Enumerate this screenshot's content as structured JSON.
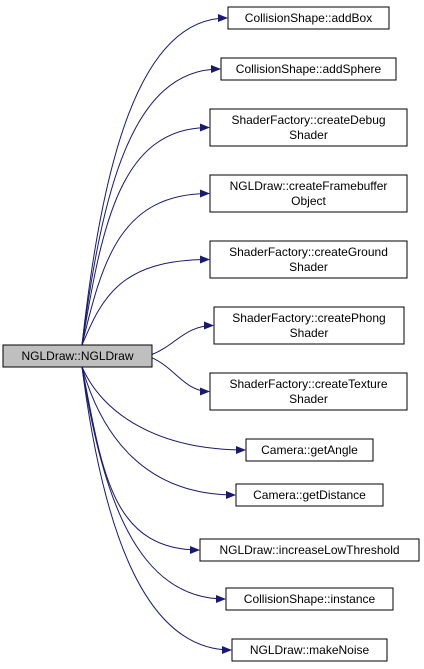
{
  "root": {
    "label": "NGLDraw::NGLDraw",
    "fill": "#bfbfbf"
  },
  "callees": [
    {
      "lines": [
        "CollisionShape::addBox"
      ]
    },
    {
      "lines": [
        "CollisionShape::addSphere"
      ]
    },
    {
      "lines": [
        "ShaderFactory::createDebug",
        "Shader"
      ]
    },
    {
      "lines": [
        "NGLDraw::createFramebuffer",
        "Object"
      ]
    },
    {
      "lines": [
        "ShaderFactory::createGround",
        "Shader"
      ]
    },
    {
      "lines": [
        "ShaderFactory::createPhong",
        "Shader"
      ]
    },
    {
      "lines": [
        "ShaderFactory::createTexture",
        "Shader"
      ]
    },
    {
      "lines": [
        "Camera::getAngle"
      ]
    },
    {
      "lines": [
        "Camera::getDistance"
      ]
    },
    {
      "lines": [
        "NGLDraw::increaseLowThreshold"
      ]
    },
    {
      "lines": [
        "CollisionShape::instance"
      ]
    },
    {
      "lines": [
        "NGLDraw::makeNoise"
      ]
    }
  ],
  "colors": {
    "edge": "#191970",
    "node_border": "#000000",
    "node_fill": "#ffffff"
  }
}
